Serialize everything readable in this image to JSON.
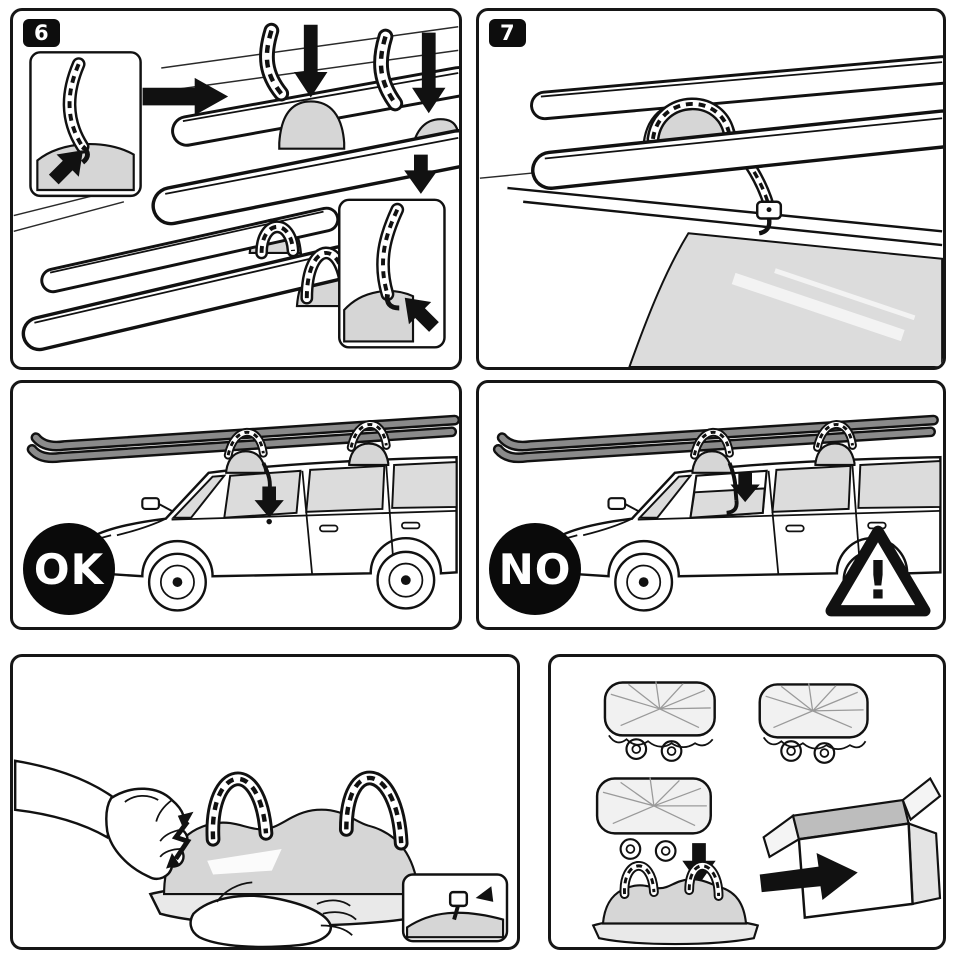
{
  "panels": {
    "step6": {
      "badge": "6"
    },
    "step7": {
      "badge": "7"
    },
    "ok": {
      "badge": "OK"
    },
    "no": {
      "badge": "NO",
      "warning_mark": "!"
    }
  },
  "colors": {
    "ink": "#111111",
    "paper": "#ffffff",
    "pad_gray": "#d6d6d6",
    "glass_gray": "#dcdcdc",
    "badge_black": "#0a0a0a"
  }
}
